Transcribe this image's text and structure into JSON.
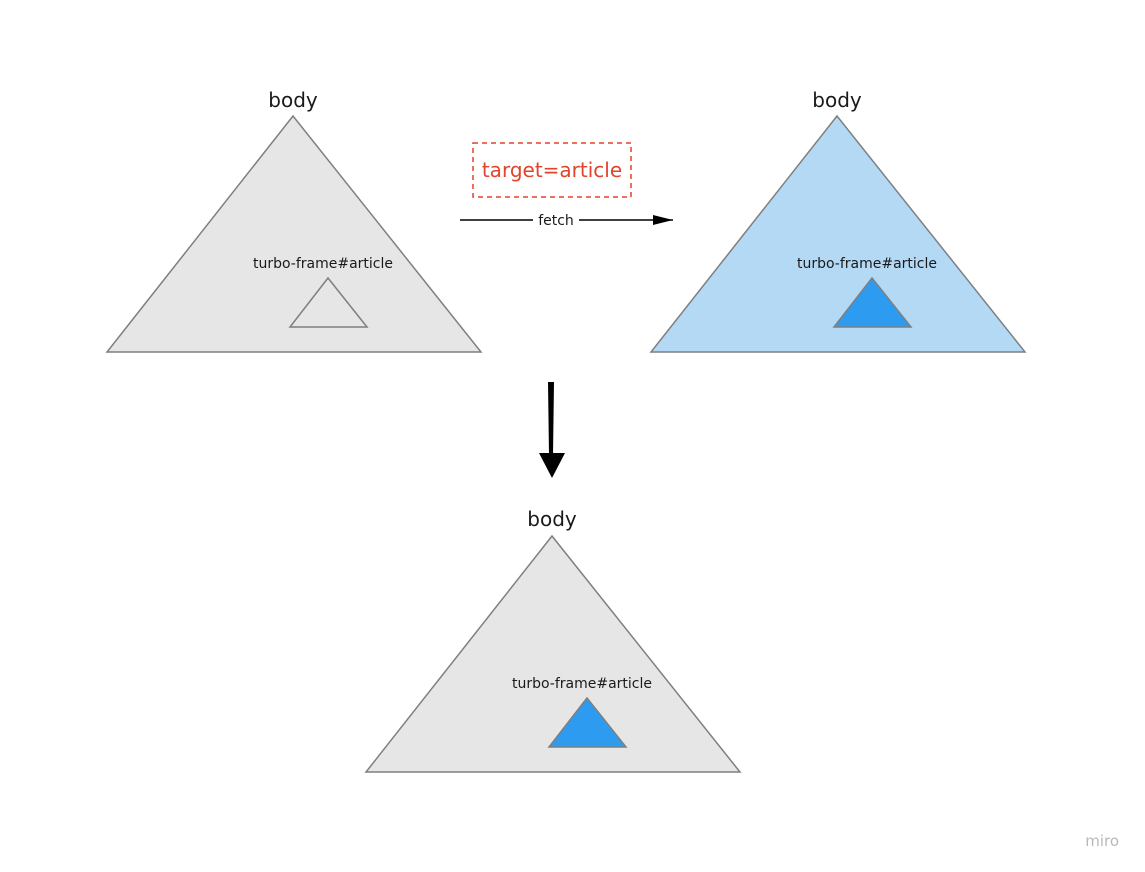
{
  "colors": {
    "gray_fill": "#e6e6e6",
    "blue_fill": "#b3d9f5",
    "frame_blue": "#2d9cf0",
    "stroke": "#7f7f7f",
    "target_red": "#e0442a",
    "arrow": "#000000",
    "watermark": "#b9b9b9"
  },
  "trees": {
    "original": {
      "root_label": "body",
      "frame_label": "turbo-frame#article"
    },
    "fetched": {
      "root_label": "body",
      "frame_label": "turbo-frame#article"
    },
    "result": {
      "root_label": "body",
      "frame_label": "turbo-frame#article"
    }
  },
  "fetch_label": "fetch",
  "target_label": "target=article",
  "watermark": "miro"
}
